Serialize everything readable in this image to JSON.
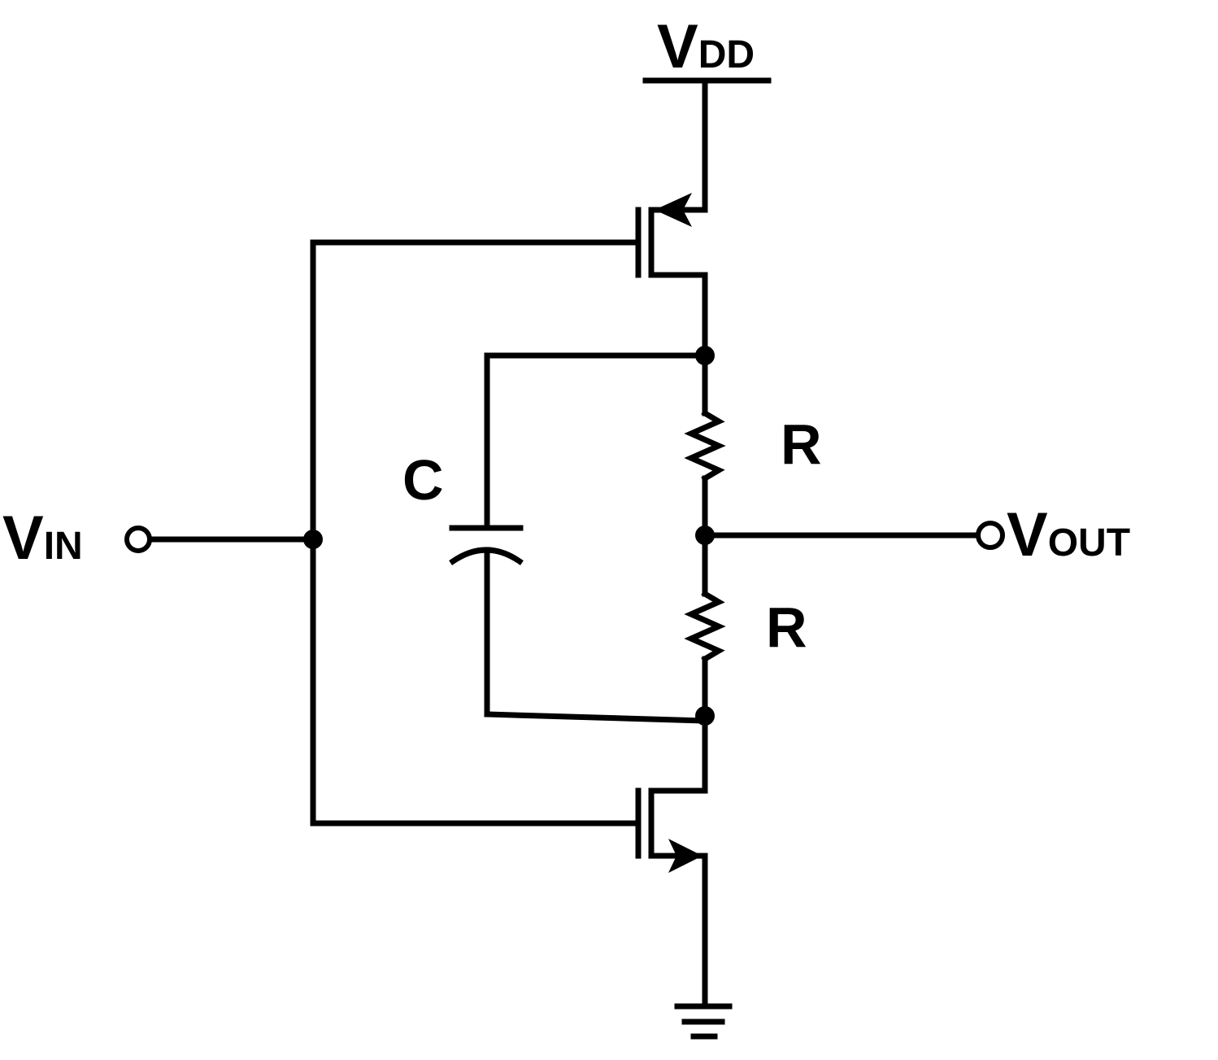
{
  "labels": {
    "vdd": {
      "main": "V",
      "sub": "DD"
    },
    "vin": {
      "main": "V",
      "sub": "IN"
    },
    "vout": {
      "main": "V",
      "sub": "OUT"
    },
    "capacitor": "C",
    "resistor_top": "R",
    "resistor_bottom": "R"
  },
  "colors": {
    "line": "#000000",
    "background": "#ffffff"
  }
}
